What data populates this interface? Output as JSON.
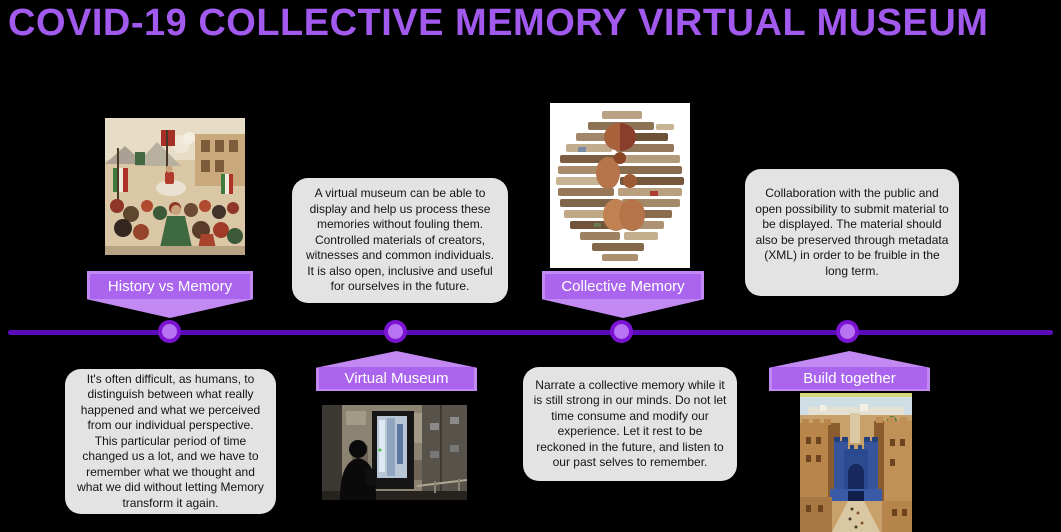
{
  "title": "COVID-19 COLLECTIVE MEMORY VIRTUAL MUSEUM",
  "colors": {
    "background": "#000000",
    "title_text": "#a259ee",
    "timeline_line": "#5a0cb8",
    "marker_fill": "#b873f3",
    "marker_ring": "#7b14d2",
    "banner_plate": "#aa64ee",
    "banner_pennant": "#c389f2",
    "note_background": "#e3e3e3",
    "note_text": "#141414",
    "banner_text": "#ffffff"
  },
  "milestones": [
    {
      "label": "History vs Memory",
      "label_side": "above",
      "image": "crowd-painting-with-flags",
      "description": "It's often difficult, as humans, to distinguish between what really happened and what we perceived from our individual perspective.\nThis particular period of time changed us a lot, and we have to remember what we thought and what we did without letting Memory transform it again."
    },
    {
      "label": "Virtual Museum",
      "label_side": "below",
      "image": "museum-kiosk-photo",
      "description": "A virtual museum can be able to display and help us process these memories without fouling them. Controlled materials of creators, witnesses and common individuals.\nIt is also open, inclusive and useful for ourselves in the future."
    },
    {
      "label": "Collective Memory",
      "label_side": "above",
      "image": "wood-block-sculpture-artwork",
      "description": "Narrate a collective memory while it is still strong in our minds. Do not let time consume and modify our experience. Let it rest to be reckoned in the future, and listen to our past selves to remember."
    },
    {
      "label": "Build together",
      "label_side": "below",
      "image": "ancient-city-illustration",
      "description": "Collaboration with the public and open possibility to submit material to be displayed. The material should also be preserved through metadata (XML) in order to be fruible in the long term."
    }
  ]
}
